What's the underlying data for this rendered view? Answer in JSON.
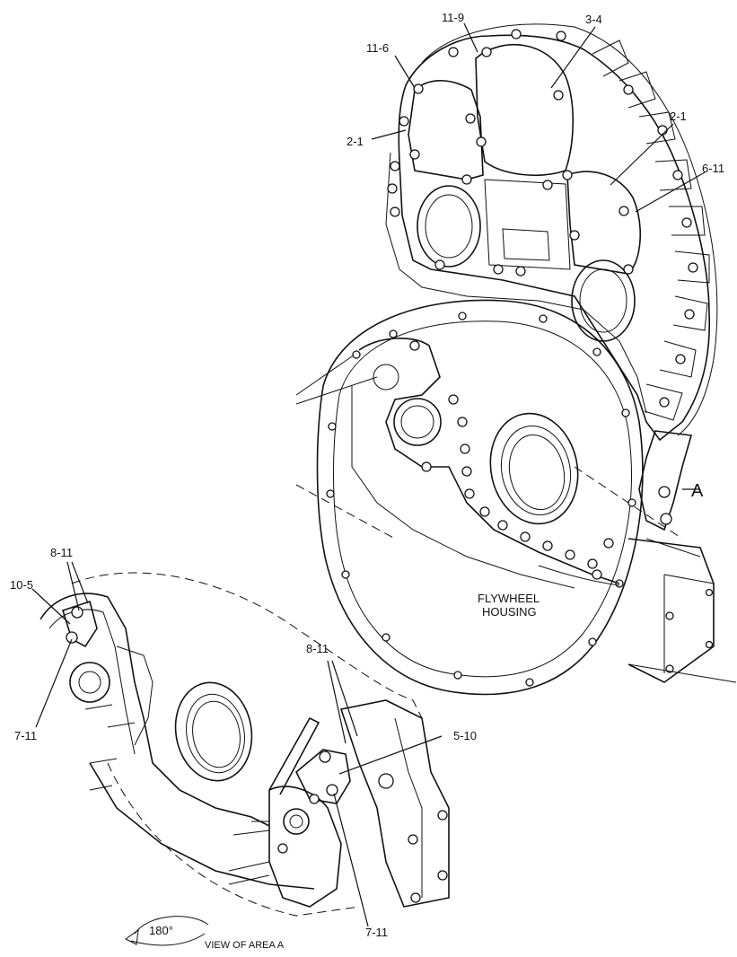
{
  "labels": {
    "l_11_9": "11-9",
    "l_3_4": "3-4",
    "l_11_6": "11-6",
    "l_2_1_left": "2-1",
    "l_2_1_right": "2-1",
    "l_6_11": "6-11",
    "l_A": "A",
    "l_flywheel_1": "FLYWHEEL",
    "l_flywheel_2": "HOUSING",
    "l_8_11_top": "8-11",
    "l_10_5": "10-5",
    "l_7_11_left": "7-11",
    "l_8_11_mid": "8-11",
    "l_5_10": "5-10",
    "l_7_11_bottom": "7-11",
    "l_180": "180°",
    "l_view": "VIEW OF AREA A"
  }
}
